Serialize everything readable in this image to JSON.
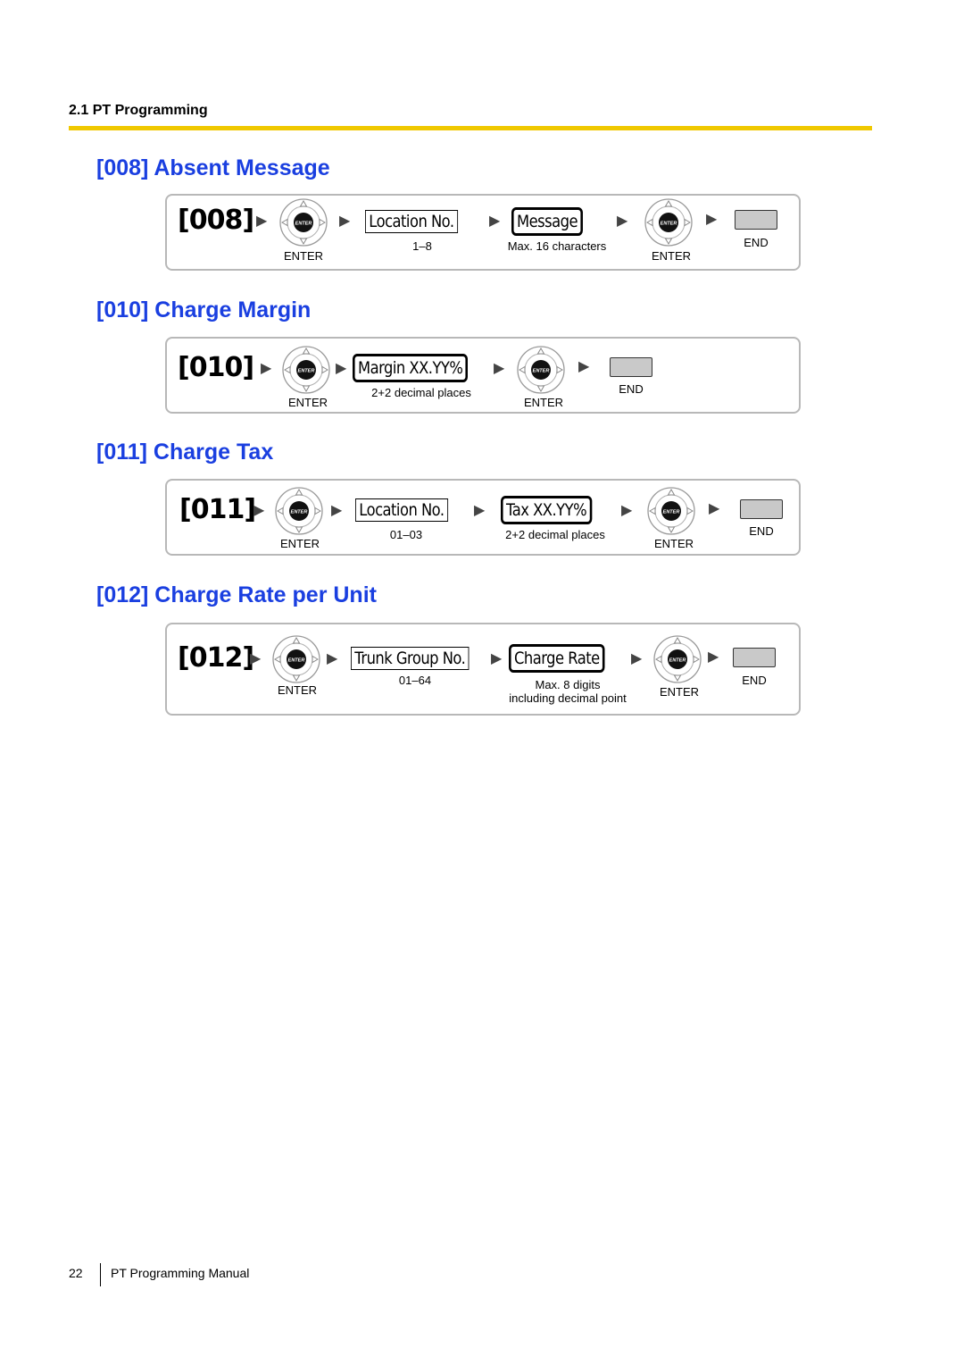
{
  "header": {
    "section": "2.1 PT Programming"
  },
  "sections": [
    {
      "title": "[008] Absent Message",
      "code": "[008]",
      "enter_label": "ENTER",
      "field1": {
        "label": "Location No.",
        "hint": "1–8"
      },
      "field2": {
        "label": "Message",
        "hint": "Max. 16 characters"
      },
      "end_label": "END"
    },
    {
      "title": "[010] Charge Margin",
      "code": "[010]",
      "enter_label": "ENTER",
      "field1": {
        "label": "Margin XX.YY%",
        "hint": "2+2 decimal places"
      },
      "end_label": "END"
    },
    {
      "title": "[011] Charge Tax",
      "code": "[011]",
      "enter_label": "ENTER",
      "field1": {
        "label": "Location No.",
        "hint": "01–03"
      },
      "field2": {
        "label": "Tax XX.YY%",
        "hint": "2+2 decimal places"
      },
      "end_label": "END"
    },
    {
      "title": "[012] Charge Rate per Unit",
      "code": "[012]",
      "enter_label": "ENTER",
      "field1": {
        "label": "Trunk Group No.",
        "hint": "01–64"
      },
      "field2": {
        "label": "Charge Rate",
        "hint_line1": "Max. 8 digits",
        "hint_line2": "including decimal point"
      },
      "end_label": "END"
    }
  ],
  "icons": {
    "enter_key_text": "ENTER",
    "arrow": "triangle-right-icon"
  },
  "colors": {
    "title_blue": "#1a3fe0",
    "rule_yellow": "#f0c800",
    "panel_border": "#b8b8b8",
    "end_key_fill": "#c9c9c9"
  },
  "footer": {
    "page_number": "22",
    "manual_title": "PT Programming Manual"
  }
}
